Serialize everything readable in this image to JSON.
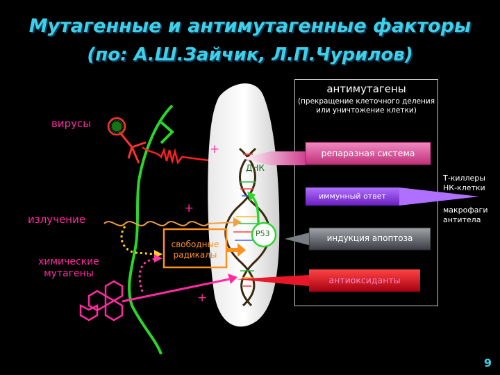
{
  "title": {
    "line1": "Мутагенные и антимутагенные факторы",
    "line2": "(по: А.Ш.Зайчик, Л.П.Чурилов)"
  },
  "antimutagens": {
    "title": "антимутагены",
    "subtitle": "(прекращение клеточного деления или уничтожение клетки)",
    "repair": "репаразная система",
    "immune": "иммунный ответ",
    "apoptosis": "индукция апоптоза",
    "antioxidants": "антиоксиданты"
  },
  "mutagens": {
    "viruses": "вирусы",
    "radiation": "излучение",
    "chemical": "химические мутагены"
  },
  "cell": {
    "dna": "ДНК",
    "p53": "P53",
    "free_radicals": "свободные радикалы"
  },
  "immune_cells": {
    "killers": "Т-киллеры НК-клетки",
    "macrophages": "макрофаги антитела"
  },
  "signs": {
    "plus1": "+",
    "plus2": "+",
    "plus3": "+"
  },
  "slide_number": "9",
  "colors": {
    "title": "#3fd0e8",
    "mutagen_label": "#ff2aa0",
    "green": "#2bd62b",
    "red": "#ff2020",
    "magenta": "#ff2aa0",
    "orange": "#ff9020",
    "repair_box": "#e05aa0",
    "antioxidant_box": "#e8182a"
  }
}
